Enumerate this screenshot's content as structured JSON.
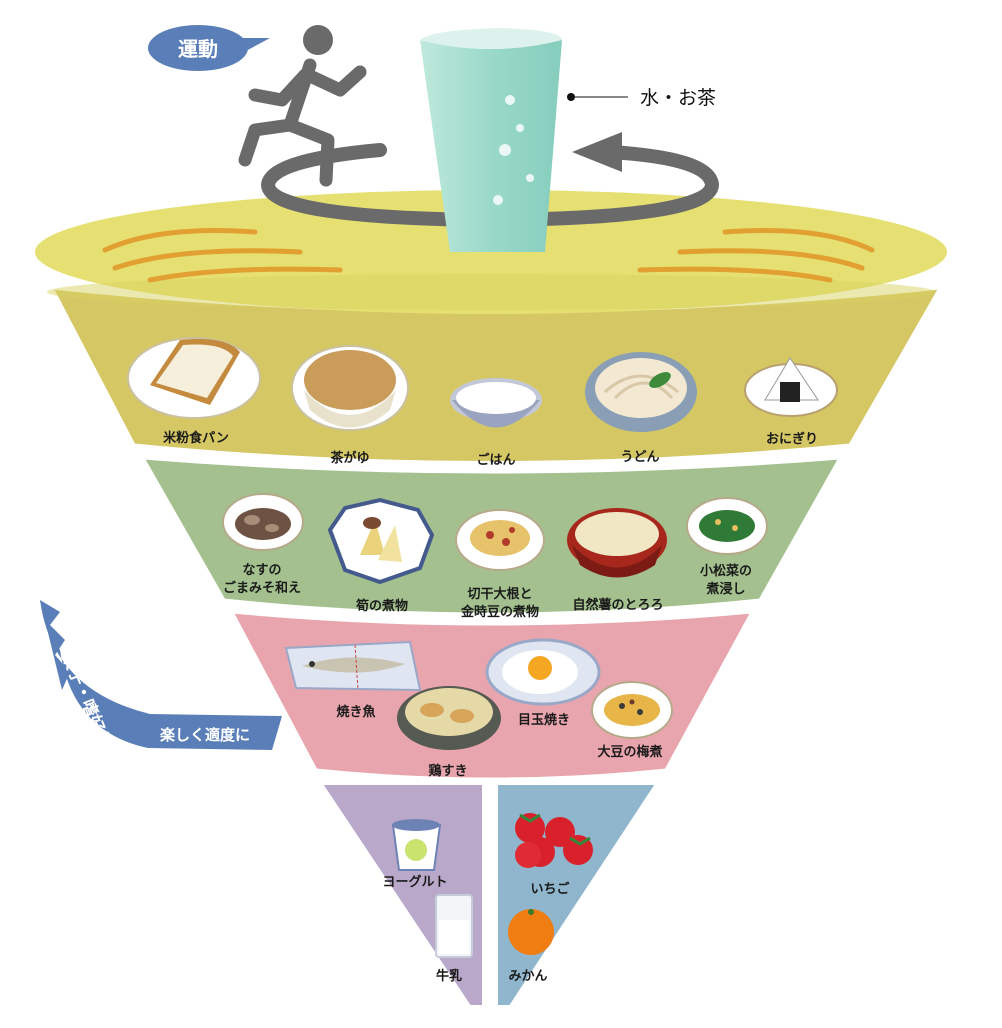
{
  "colors": {
    "top_disc": "#e5e071",
    "grains": "#d5c764",
    "sides": "#a3c08e",
    "mains": "#e9a5ad",
    "dairy": "#b9a8c9",
    "fruit": "#8fb6cc",
    "banner": "#5a7fb8",
    "ripple": "#e2a032",
    "arrow": "#6a6a6a",
    "glass": "#9ad9ca"
  },
  "icons": {
    "runner": "runner-icon",
    "water": "water-glass-icon",
    "arrow": "circular-arrow-icon"
  },
  "top": {
    "exercise": "運動",
    "water": "水・お茶"
  },
  "banner": {
    "line1": "菓子・嗜好飲料",
    "line2": "楽しく適度に"
  },
  "tiers": {
    "grains": [
      "米粉食パン",
      "茶がゆ",
      "ごはん",
      "うどん",
      "おにぎり"
    ],
    "sides": [
      [
        "なすの",
        "ごまみそ和え"
      ],
      [
        "筍の煮物"
      ],
      [
        "切干大根と",
        "金時豆の煮物"
      ],
      [
        "自然薯のとろろ"
      ],
      [
        "小松菜の",
        "煮浸し"
      ]
    ],
    "mains": [
      "焼き魚",
      "目玉焼き",
      "鶏すき",
      "大豆の梅煮"
    ],
    "dairy": [
      "ヨーグルト",
      "牛乳"
    ],
    "fruit": [
      "いちご",
      "みかん"
    ]
  }
}
